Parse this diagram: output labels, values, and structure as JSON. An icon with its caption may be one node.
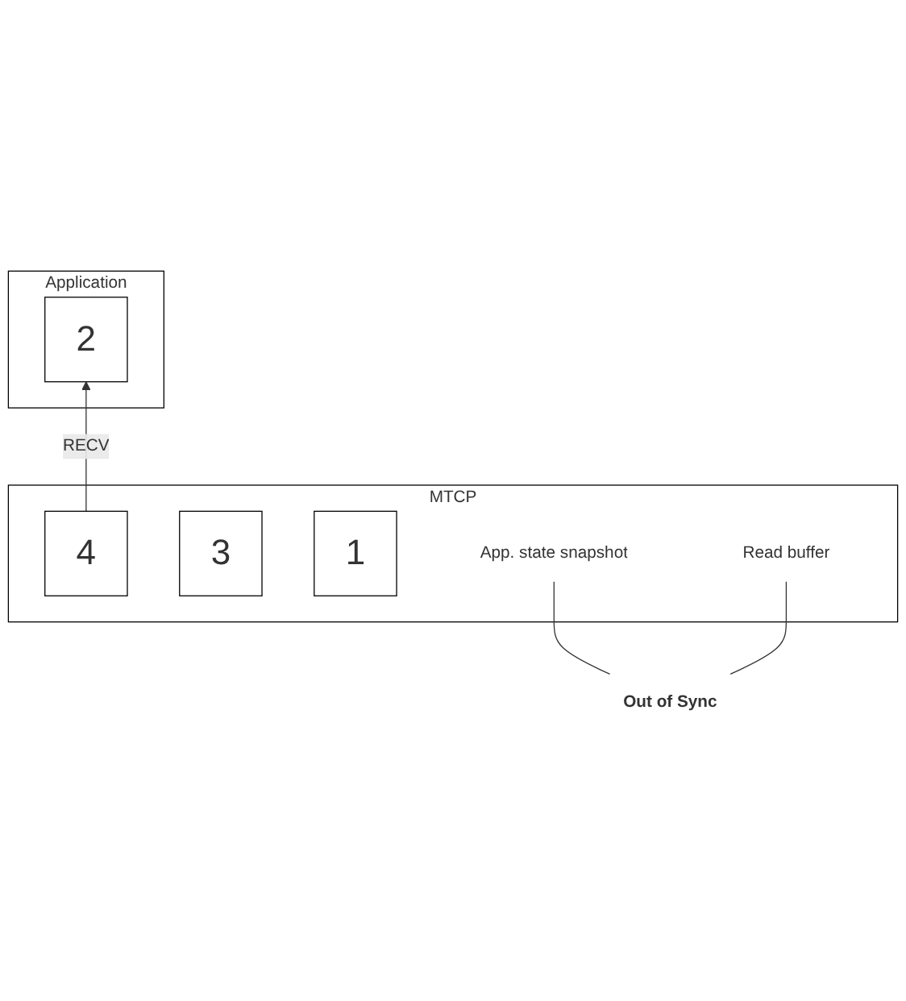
{
  "diagram": {
    "nodes": [
      {
        "text": [
          "Application"
        ]
      },
      {
        "text": [
          "2"
        ],
        "in": 0
      },
      {
        "text": [
          "MTCP"
        ]
      },
      {
        "text": [
          "4"
        ],
        "in": 2
      },
      {
        "text": [
          "3"
        ],
        "in": 2
      },
      {
        "text": [
          "1"
        ],
        "in": 2
      },
      {
        "text": [
          "App. state snapshot"
        ],
        "in": 2
      },
      {
        "text": [
          "Read buffer"
        ],
        "in": 2
      },
      {
        "text": [
          "Out of Sync"
        ]
      }
    ],
    "edges": [
      {
        "from": 3,
        "to": 1,
        "arrow": "to",
        "label": "RECV"
      },
      {
        "from": 8,
        "to": 7,
        "arrow": "none"
      },
      {
        "from": 8,
        "to": 6,
        "arrow": "none"
      }
    ]
  }
}
